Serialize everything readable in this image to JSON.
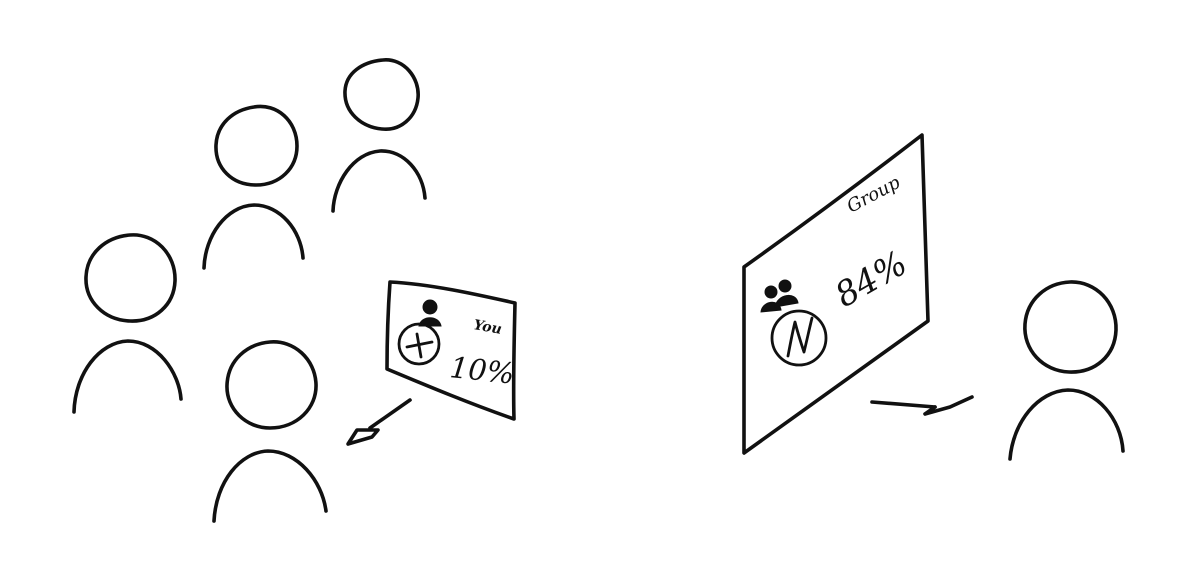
{
  "colors": {
    "ink": "#111111",
    "background": "#ffffff"
  },
  "you_panel": {
    "label": "You",
    "percent": "10%",
    "icons": [
      "person-icon",
      "plus-badge-icon"
    ]
  },
  "group_panel": {
    "label": "Group",
    "percent": "84%",
    "icons": [
      "people-icon",
      "n-logo-icon"
    ]
  }
}
